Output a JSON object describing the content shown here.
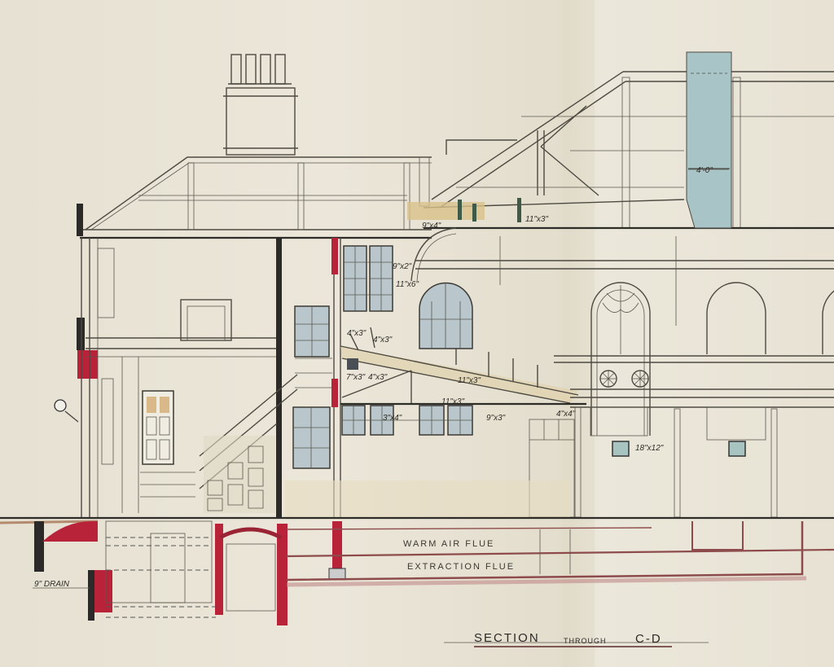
{
  "drawing": {
    "title": "SECTION",
    "title_suffix": "THROUGH",
    "section_ref": "C-D",
    "colors": {
      "paper": "#e8e3d5",
      "ink": "#4d4a42",
      "brick_red": "#b8233a",
      "flue_blue": "#a9c4c6",
      "timber": "#d8c08a"
    }
  },
  "labels": {
    "flue_width": "4'-0\"",
    "roof_beam": "11\"x3\"",
    "roof_plate": "9\"x4\"",
    "wall_plate": "9\"x2\"",
    "lintel": "11\"x6\"",
    "stair_joist_a": "4\"x3\"",
    "stair_joist_b": "4\"x3\"",
    "strut": "7\"x3\"",
    "post": "4\"x3\"",
    "stair_string": "11\"x3\"",
    "landing_beam": "11\"x3\"",
    "floor_joist": "9\"x3\"",
    "small_post": "3\"x4\"",
    "gallery_post": "4\"x4\"",
    "vent": "18\"x12\"",
    "warm_air_flue": "WARM AIR FLUE",
    "extraction_flue": "EXTRACTION FLUE",
    "drain": "9\" DRAIN"
  }
}
